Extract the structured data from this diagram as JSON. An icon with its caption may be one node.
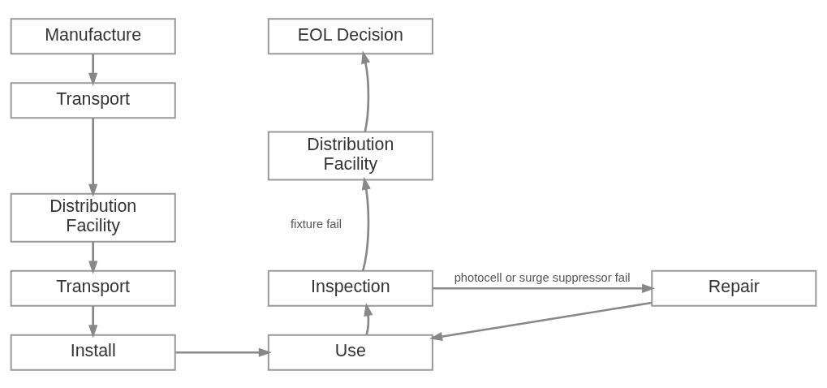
{
  "diagram": {
    "nodes": [
      {
        "text": [
          "Manufacture"
        ]
      },
      {
        "text": [
          "Transport"
        ]
      },
      {
        "text": [
          "Distribution Facility"
        ]
      },
      {
        "text": [
          "Transport"
        ]
      },
      {
        "text": [
          "Install"
        ]
      },
      {
        "text": [
          "Use"
        ]
      },
      {
        "text": [
          "Inspection"
        ]
      },
      {
        "text": [
          "Repair"
        ]
      },
      {
        "text": [
          "Distribution Facility"
        ]
      },
      {
        "text": [
          "EOL Decision"
        ]
      }
    ],
    "edges": [
      {
        "from": 0,
        "to": 1,
        "arrow": "to"
      },
      {
        "from": 1,
        "to": 2,
        "arrow": "to"
      },
      {
        "from": 2,
        "to": 3,
        "arrow": "to"
      },
      {
        "from": 3,
        "to": 4,
        "arrow": "to"
      },
      {
        "from": 4,
        "to": 5,
        "arrow": "to"
      },
      {
        "from": 5,
        "to": 6,
        "arrow": "to"
      },
      {
        "from": 6,
        "to": 7,
        "arrow": "to",
        "label": "photocell or surge suppressor fail"
      },
      {
        "from": 7,
        "to": 5,
        "arrow": "to"
      },
      {
        "from": 6,
        "to": 8,
        "arrow": "to",
        "label": "fixture fail"
      },
      {
        "from": 8,
        "to": 9,
        "arrow": "to"
      }
    ]
  }
}
